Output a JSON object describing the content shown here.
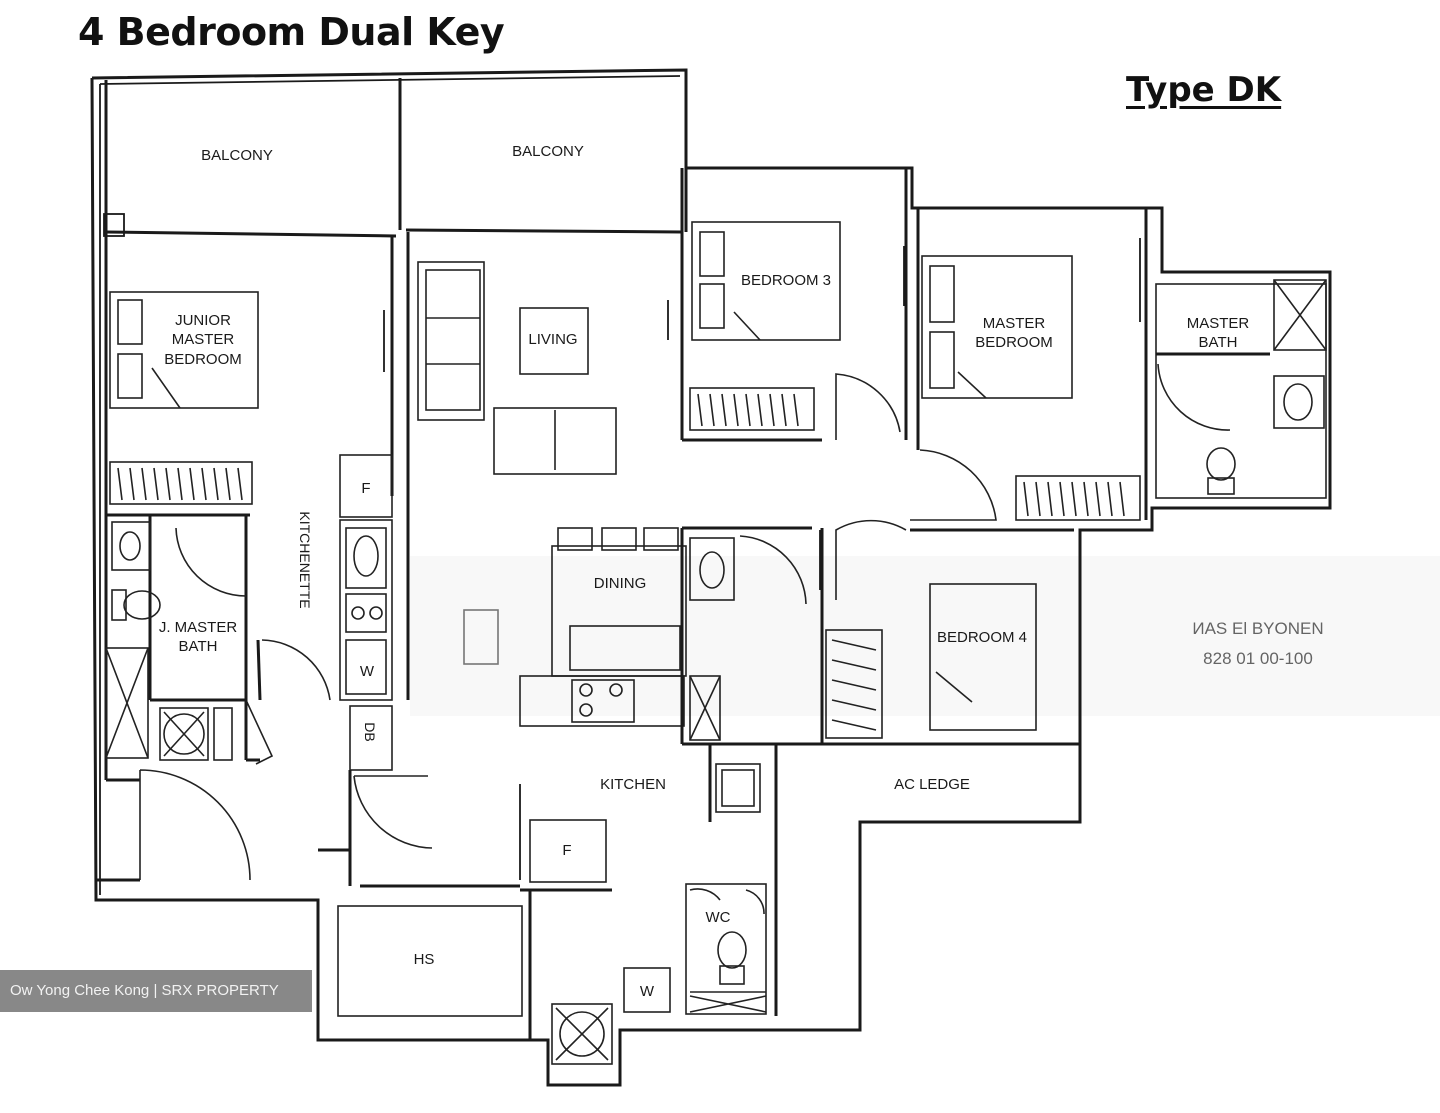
{
  "title": "4 Bedroom Dual Key",
  "unit_type": "Type DK",
  "watermark": "Ow Yong Chee Kong | SRX PROPERTY",
  "rooms": {
    "balcony_left": "BALCONY",
    "balcony_right": "BALCONY",
    "junior_master_bedroom": [
      "JUNIOR",
      "MASTER",
      "BEDROOM"
    ],
    "living": "LIVING",
    "bedroom_3": "BEDROOM 3",
    "master_bedroom": [
      "MASTER",
      "BEDROOM"
    ],
    "master_bath": [
      "MASTER",
      "BATH"
    ],
    "kitchenette": "KITCHENETTE",
    "j_master_bath": [
      "J. MASTER",
      "BATH"
    ],
    "dining": "DINING",
    "bedroom_4": "BEDROOM 4",
    "kitchen": "KITCHEN",
    "ac_ledge": "AC LEDGE",
    "hs": "HS",
    "wc": "WC"
  },
  "fixtures": {
    "fridge": "F",
    "washer": "W",
    "db": "DB"
  },
  "blurred_text": [
    "ИAS El BYONEN",
    "828 01 00-100"
  ]
}
